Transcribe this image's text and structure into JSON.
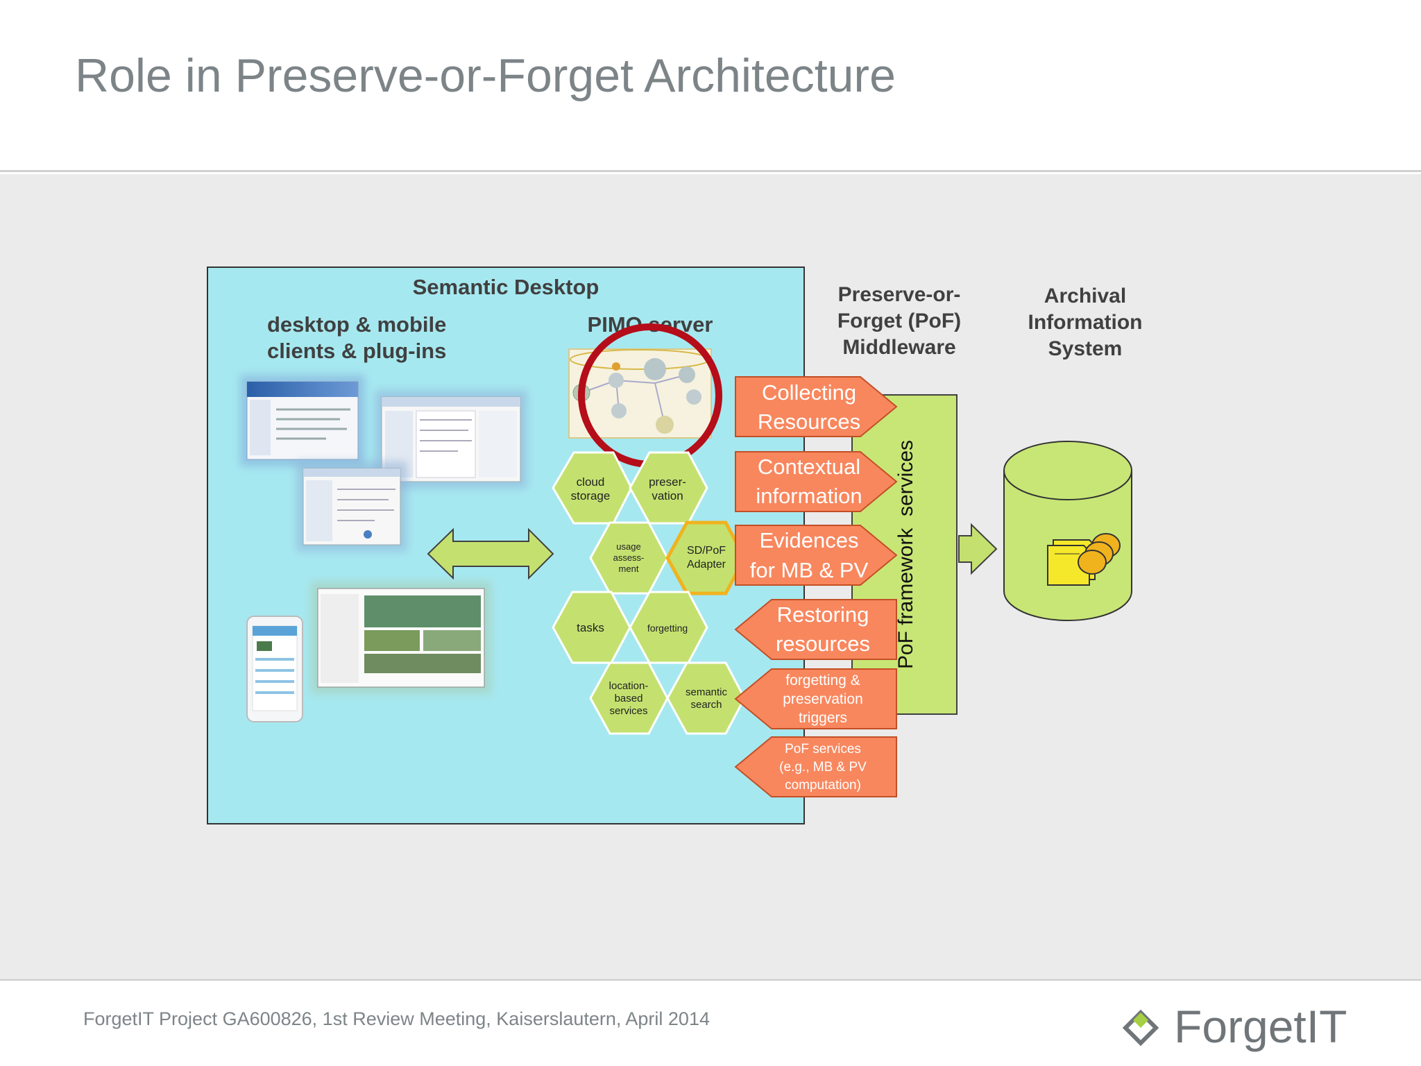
{
  "slide": {
    "title": "Role in Preserve-or-Forget Architecture",
    "footer": "ForgetIT Project GA600826, 1st Review Meeting, Kaiserslautern, April 2014",
    "logo_text": "ForgetIT"
  },
  "semantic_desktop": {
    "title": "Semantic Desktop",
    "clients_label_line1": "desktop & mobile",
    "clients_label_line2": "clients & plug-ins",
    "pimo_label": "PIMO server"
  },
  "hexagons": {
    "cloud_storage": [
      "cloud",
      "storage"
    ],
    "preservation": [
      "preser-",
      "vation"
    ],
    "usage_assessment": [
      "usage",
      "assess-",
      "ment"
    ],
    "sd_pof_adapter": [
      "SD/PoF",
      "Adapter"
    ],
    "tasks": [
      "tasks"
    ],
    "forgetting": [
      "forgetting"
    ],
    "location_based": [
      "location-",
      "based",
      "services"
    ],
    "semantic_search": [
      "semantic",
      "search"
    ]
  },
  "middleware": {
    "title": [
      "Preserve-or-",
      "Forget (PoF)",
      "Middleware"
    ],
    "bar_label": "PoF framework  services"
  },
  "archive": {
    "title": [
      "Archival",
      "Information",
      "System"
    ]
  },
  "arrows": {
    "collecting": [
      "Collecting",
      "Resources"
    ],
    "contextual": [
      "Contextual",
      "information"
    ],
    "evidences": [
      "Evidences",
      "for MB & PV"
    ],
    "restoring": [
      "Restoring",
      "resources"
    ],
    "triggers": [
      "forgetting &",
      "preservation",
      "triggers"
    ],
    "services": [
      "PoF services",
      "(e.g., MB & PV",
      "computation)"
    ]
  },
  "colors": {
    "desktop_bg": "#a6e8f0",
    "hex_green": "#c4e170",
    "arrow_orange": "#f8875e",
    "bar_green": "#c8e676",
    "ring_red": "#b50d19",
    "adapter_border": "#f0b31e"
  }
}
